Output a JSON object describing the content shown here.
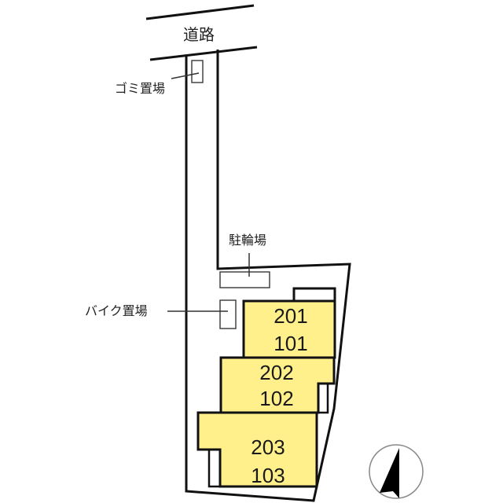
{
  "diagram": {
    "type": "site-plan",
    "road_label": "道路",
    "facilities": {
      "garbage": "ゴミ置場",
      "bicycle_parking": "駐輪場",
      "motorbike_parking": "バイク置場"
    },
    "units": [
      {
        "upper": "201",
        "lower": "101"
      },
      {
        "upper": "202",
        "lower": "102"
      },
      {
        "upper": "203",
        "lower": "103"
      }
    ],
    "compass": "north-arrow",
    "colors": {
      "building_fill": "#FFF08C",
      "outline": "#111111",
      "background": "#FFFFFF"
    }
  }
}
